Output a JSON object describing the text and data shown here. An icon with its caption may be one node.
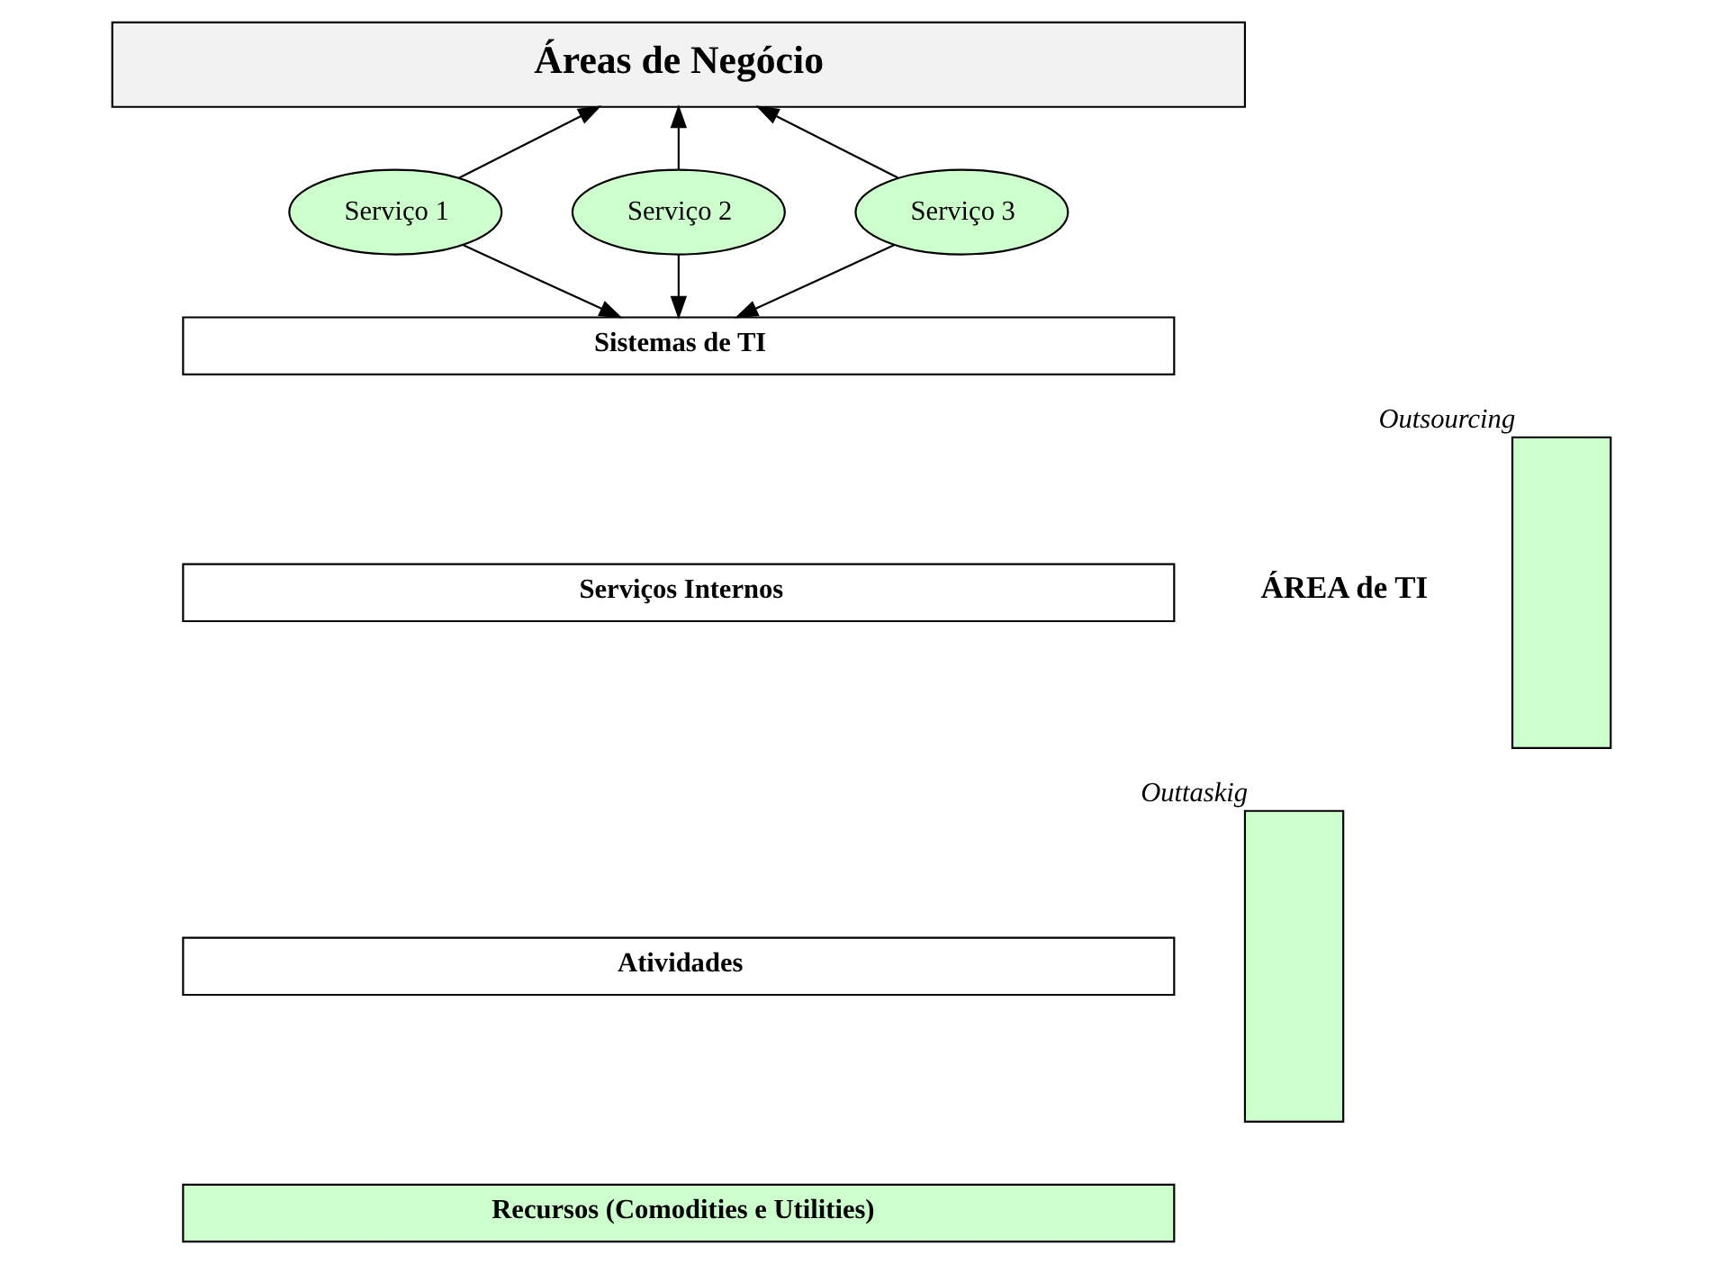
{
  "diagram": {
    "nodes": [
      {
        "text": [
          "Áreas de Negócio"
        ]
      },
      {
        "text": [
          "Serviço 1"
        ]
      },
      {
        "text": [
          "Serviço 2"
        ]
      },
      {
        "text": [
          "Serviço 3"
        ]
      },
      {
        "text": [
          "Sistemas de TI"
        ]
      },
      {
        "text": [
          "Serviços Internos"
        ]
      },
      {
        "text": [
          "Atividades"
        ]
      },
      {
        "text": [
          "Recursos (Comodities e Utilities)"
        ]
      },
      {
        "text": [],
        "shape": "bar",
        "beside": [
          "Outsourcing"
        ]
      },
      {
        "text": [],
        "shape": "bar",
        "beside": [
          "Outtaskig"
        ]
      }
    ],
    "edges": [
      {
        "from": 1,
        "to": 0,
        "arrow": "to"
      },
      {
        "from": 2,
        "to": 0,
        "arrow": "to"
      },
      {
        "from": 3,
        "to": 0,
        "arrow": "to"
      },
      {
        "from": 1,
        "to": 4,
        "arrow": "to"
      },
      {
        "from": 2,
        "to": 4,
        "arrow": "to"
      },
      {
        "from": 3,
        "to": 4,
        "arrow": "to"
      }
    ],
    "labels": [
      "ÁREA de TI"
    ]
  }
}
